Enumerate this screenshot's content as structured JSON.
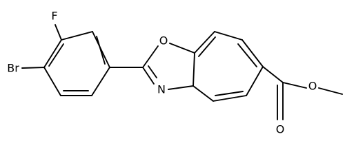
{
  "molecule": {
    "atom_labels": {
      "fluorine": "F",
      "bromine": "Br",
      "ring_oxygen": "O",
      "ring_nitrogen": "N",
      "carbonyl_oxygen": "O",
      "ester_oxygen": "O"
    }
  },
  "colors": {
    "bond": "#000000",
    "label": "#000000",
    "background": "#ffffff"
  }
}
